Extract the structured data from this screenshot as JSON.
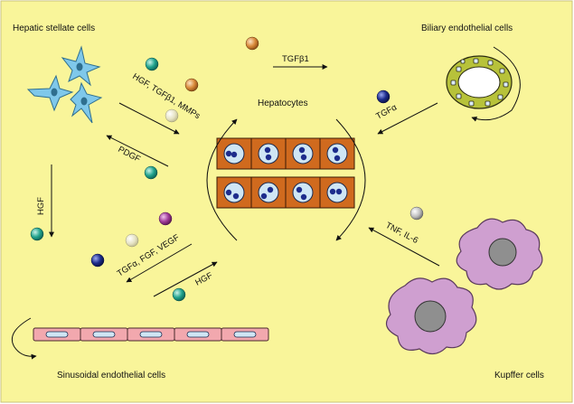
{
  "labels": {
    "hepatic_stellate_cells": "Hepatic stellate cells",
    "biliary_endothelial_cells": "Biliary endothelial cells",
    "hepatocytes": "Hepatocytes",
    "sinusoidal_endothelial_cells": "Sinusoidal endothelial cells",
    "kupffer_cells": "Kupffer cells"
  },
  "factors": {
    "tgfb1_top": "TGFβ1",
    "hgf_tgfb1_mmps": "HGF, TGFβ1, MMPs",
    "pdgf": "PDGF",
    "hgf_left": "HGF",
    "tgfa": "TGFα",
    "tnf_il6": "TNF, IL-6",
    "tgfa_fgf_vegf": "TGFα, FGF, VEGF",
    "hgf_bottom": "HGF"
  },
  "colors": {
    "background": "#f9f59a",
    "hepatocyte_block": "#d06a1e",
    "stellate_cell": "#7fc8ea",
    "sinusoid_cell": "#f2a8ae",
    "kupffer_cell": "#cf9fd0",
    "biliary_ring": "#b7c23a",
    "sphere_teal": "#22a48e",
    "sphere_orange": "#d98a3a",
    "sphere_navy": "#1d2c8c",
    "sphere_magenta": "#a13c9a",
    "sphere_pale": "#dedbb8",
    "sphere_grey": "#b9b9b9"
  }
}
